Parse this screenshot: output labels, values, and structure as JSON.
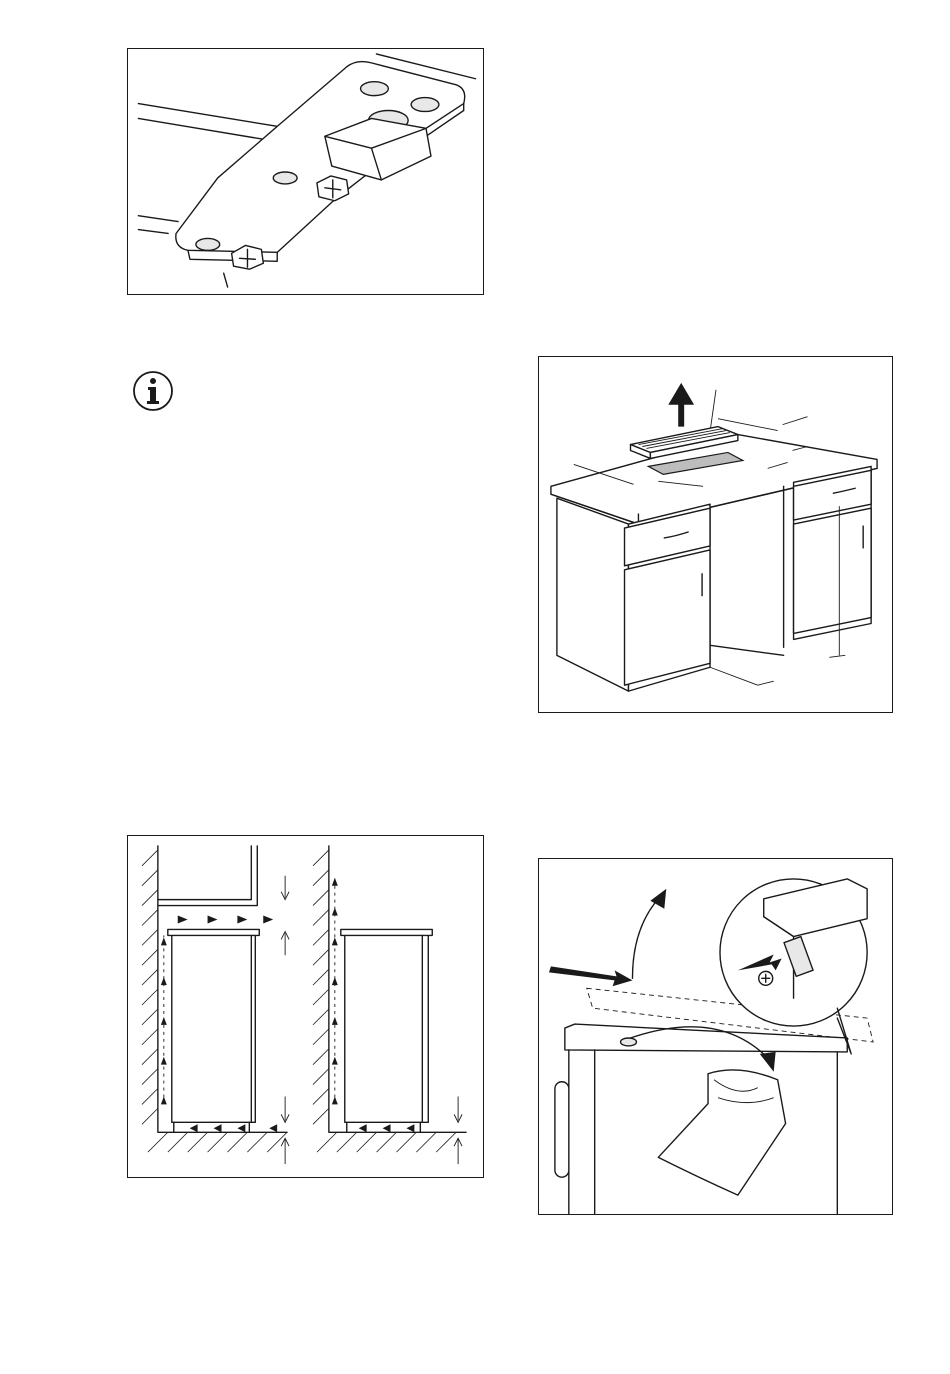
{
  "page": {
    "background": "#ffffff",
    "line_color": "#1a1a1a"
  },
  "figures": [
    {
      "id": "fig-foot",
      "icon": "adjustable-foot-illustration"
    },
    {
      "id": "fig-vent",
      "icon": "ventilation-grille-worktop-illustration"
    },
    {
      "id": "fig-clear",
      "icon": "air-circulation-clearance-illustration"
    },
    {
      "id": "fig-door",
      "icon": "door-hinge-reversal-illustration"
    }
  ],
  "note": {
    "icon": "info-icon",
    "glyph": "i"
  }
}
